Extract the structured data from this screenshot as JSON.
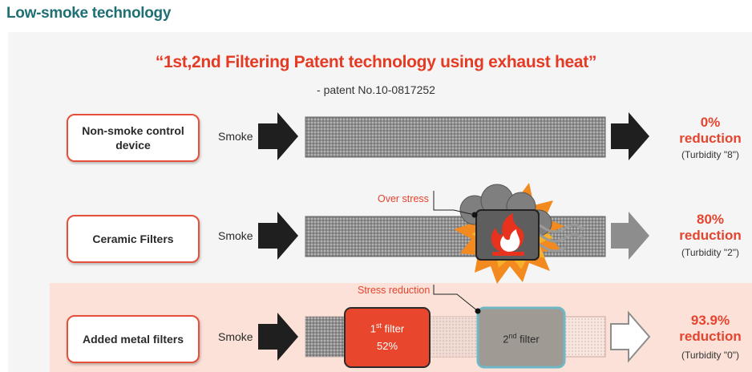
{
  "heading": "Low-smoke technology",
  "quote": "“1st,2nd Filtering Patent technology using exhaust heat”",
  "patent": "- patent No.10-0817252",
  "rows": [
    {
      "device": "Non-smoke control device",
      "smoke": "Smoke",
      "result_value": "0%",
      "result_word": "reduction",
      "turbidity": "(Turbidity \"8\")"
    },
    {
      "device": "Ceramic Filters",
      "smoke": "Smoke",
      "result_value": "80%",
      "result_word": "reduction",
      "turbidity": "(Turbidity \"2\")"
    },
    {
      "device": "Added metal filters",
      "smoke": "Smoke",
      "result_value": "93.9%",
      "result_word": "reduction",
      "turbidity": "(Turbidity \"0\")"
    }
  ],
  "callouts": {
    "over_stress": "Over stress",
    "stress_reduction": "Stress reduction"
  },
  "filters": {
    "first": {
      "label": "1",
      "sup": "st",
      "suffix": " filter",
      "value": "52%"
    },
    "second": {
      "label": "2",
      "sup": "nd",
      "suffix": " filter"
    }
  },
  "colors": {
    "accent_red": "#e5442e",
    "teal": "#1f6f74",
    "highlight_band": "#fbe1d8",
    "first_filter": "#e8472d",
    "second_filter": "#a09a94"
  }
}
